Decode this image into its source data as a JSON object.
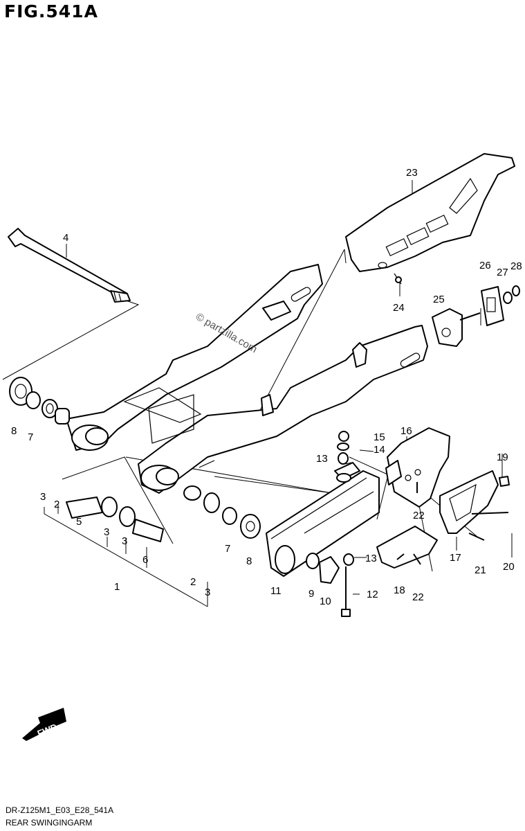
{
  "figure": {
    "title": "FIG.541A",
    "model_code": "DR-Z125M1_E03_E28_541A",
    "caption": "REAR SWINGINGARM",
    "watermark": "© partzilla.com",
    "fwd_label": "FWD"
  },
  "callouts": [
    {
      "label": "1"
    },
    {
      "label": "2"
    },
    {
      "label": "2"
    },
    {
      "label": "3"
    },
    {
      "label": "3"
    },
    {
      "label": "3"
    },
    {
      "label": "3"
    },
    {
      "label": "4"
    },
    {
      "label": "5"
    },
    {
      "label": "6"
    },
    {
      "label": "7"
    },
    {
      "label": "7"
    },
    {
      "label": "8"
    },
    {
      "label": "8"
    },
    {
      "label": "9"
    },
    {
      "label": "10"
    },
    {
      "label": "11"
    },
    {
      "label": "12"
    },
    {
      "label": "13"
    },
    {
      "label": "13"
    },
    {
      "label": "14"
    },
    {
      "label": "15"
    },
    {
      "label": "16"
    },
    {
      "label": "17"
    },
    {
      "label": "18"
    },
    {
      "label": "19"
    },
    {
      "label": "20"
    },
    {
      "label": "21"
    },
    {
      "label": "22"
    },
    {
      "label": "22"
    },
    {
      "label": "23"
    },
    {
      "label": "24"
    },
    {
      "label": "25"
    },
    {
      "label": "26"
    },
    {
      "label": "27"
    },
    {
      "label": "28"
    }
  ]
}
